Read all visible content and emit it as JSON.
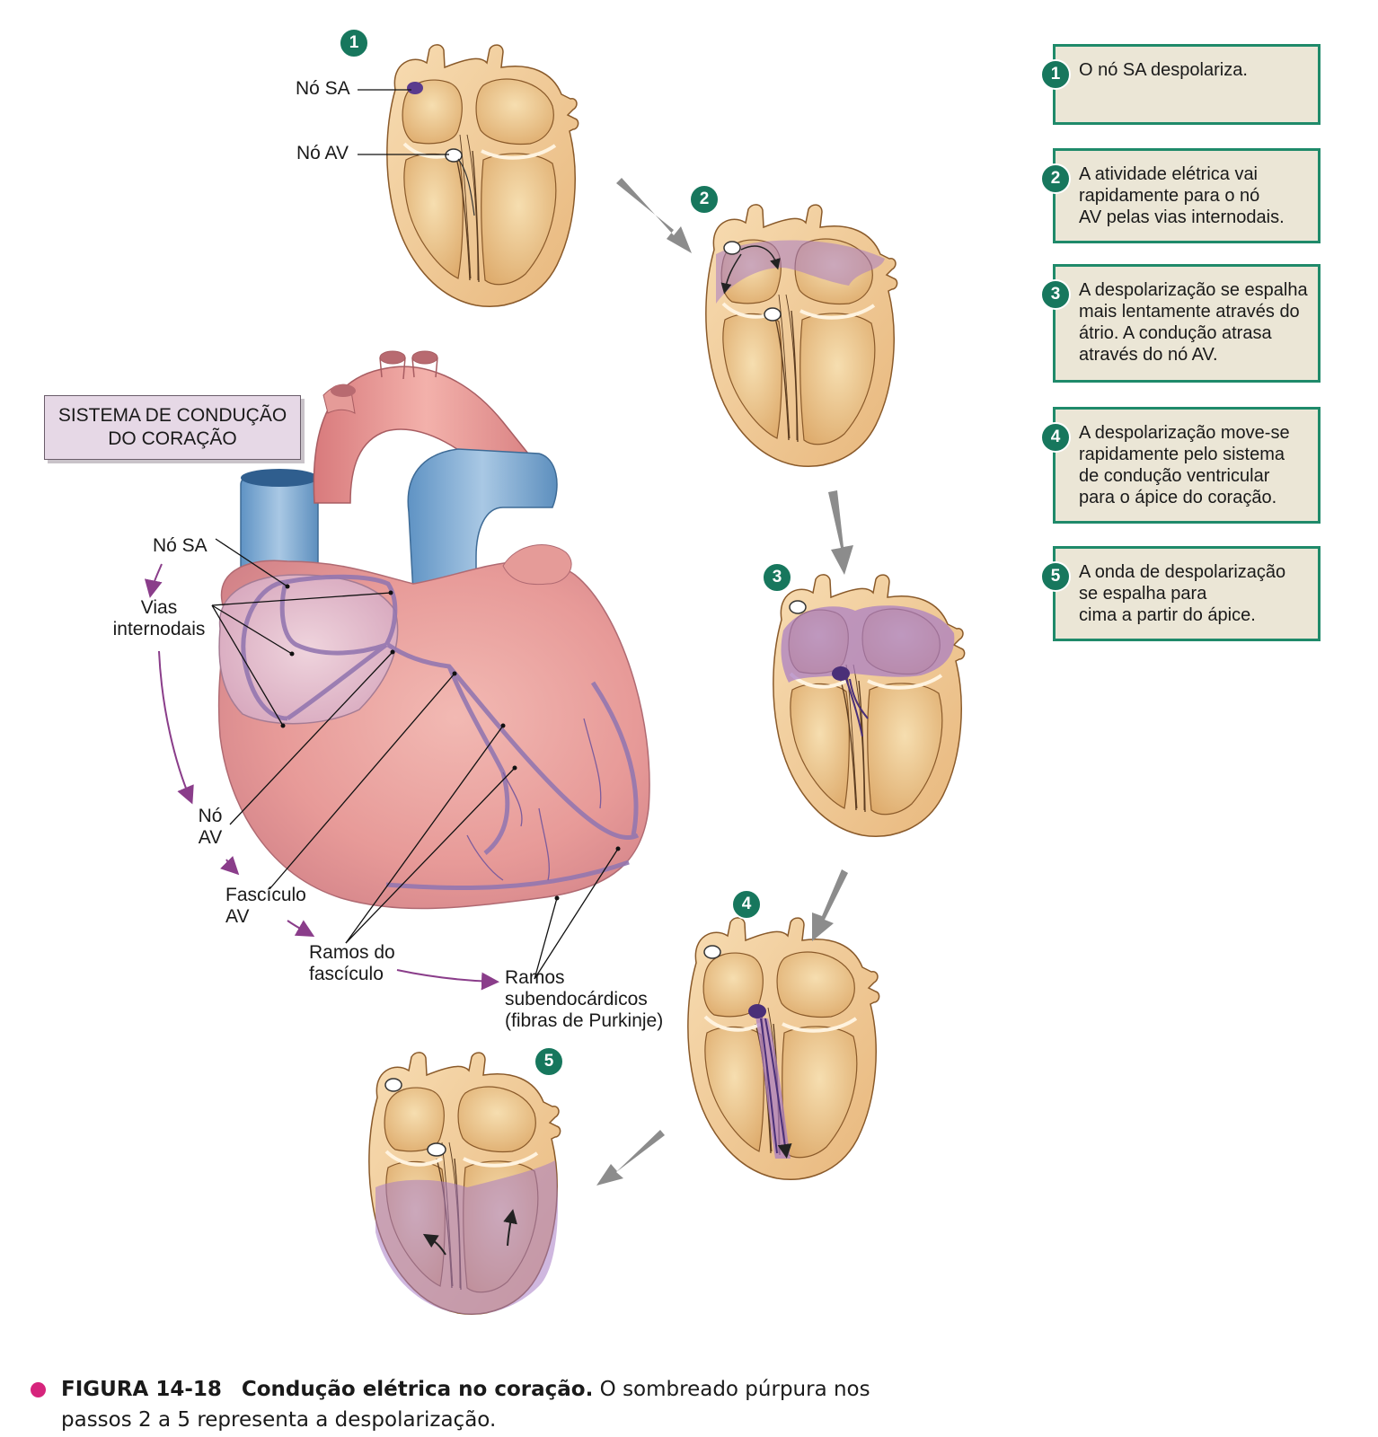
{
  "diagram": {
    "title_box": {
      "line1": "SISTEMA DE CONDUÇÃO",
      "line2": "DO CORAÇÃO"
    },
    "left_labels": {
      "no_sa": "Nó SA",
      "vias_line1": "Vias",
      "vias_line2": "internodais",
      "no_av_line1": "Nó",
      "no_av_line2": "AV",
      "fasciculo_line1": "Fascículo",
      "fasciculo_line2": "AV",
      "ramos_line1": "Ramos do",
      "ramos_line2": "fascículo",
      "sub_line1": "Ramos",
      "sub_line2": "subendocárdicos",
      "sub_line3": "(fibras de Purkinje)"
    },
    "step1_labels": {
      "no_sa": "Nó SA",
      "no_av": "Nó AV"
    },
    "badges": [
      "1",
      "2",
      "3",
      "4",
      "5"
    ],
    "steps": [
      {
        "num": "1",
        "text": "O nó SA despolariza."
      },
      {
        "num": "2",
        "text": "A atividade elétrica vai\nrapidamente para o nó\nAV pelas vias internodais."
      },
      {
        "num": "3",
        "text": "A despolarização se espalha\nmais lentamente através do\nátrio. A condução atrasa\natravés do nó AV."
      },
      {
        "num": "4",
        "text": "A despolarização move-se\nrapidamente pelo sistema\nde condução ventricular\npara o ápice do coração."
      },
      {
        "num": "5",
        "text": "A onda de despolarização\nse espalha para\ncima a partir do ápice."
      }
    ],
    "colors": {
      "badge": "#17775d",
      "box_fill": "#ebe6d6",
      "box_border": "#1f8a6a",
      "depolarization": "#a77bc4",
      "caption_dot": "#d6247c"
    }
  },
  "caption": {
    "figure": "FIGURA 14-18",
    "title": "Condução elétrica no coração.",
    "text_line1": "O sombreado púrpura nos",
    "text_line2": "passos 2 a 5 representa a despolarização."
  }
}
